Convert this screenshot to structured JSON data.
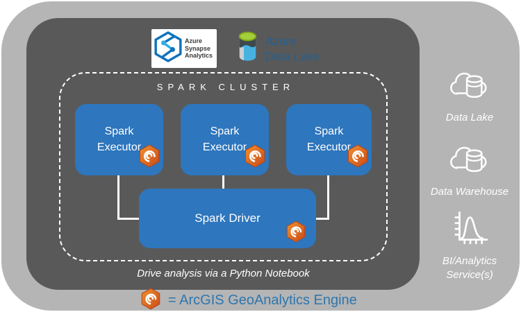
{
  "colors": {
    "outer_bg": "#b5b5b5",
    "inner_bg": "#595959",
    "box_blue": "#2e76bd",
    "engine_orange": "#d9571c",
    "legend_text_blue": "#2e76ae",
    "datalake_text_blue": "#26608f",
    "synapse_blue": "#1173bc"
  },
  "header": {
    "synapse": {
      "line1": "Azure",
      "line2": "Synapse",
      "line3": "Analytics"
    },
    "datalake": {
      "line1": "Azure",
      "line2": "Data Lake"
    }
  },
  "cluster": {
    "title": "S P A R K   C L U S T E R",
    "title_plain": "SPARK CLUSTER",
    "executors": [
      {
        "label": "Spark Executor"
      },
      {
        "label": "Spark Executor"
      },
      {
        "label": "Spark Executor"
      }
    ],
    "driver": {
      "label": "Spark Driver"
    },
    "caption": "Drive analysis via a Python Notebook"
  },
  "services": [
    {
      "label": "Data Lake",
      "icon": "cloud-database-icon"
    },
    {
      "label": "Data Warehouse",
      "icon": "cloud-database-icon"
    },
    {
      "label": "BI/Analytics Service(s)",
      "icon": "analytics-chart-icon"
    }
  ],
  "legend": {
    "text": "= ArcGIS GeoAnalytics Engine",
    "icon": "geoanalytics-engine-icon"
  }
}
